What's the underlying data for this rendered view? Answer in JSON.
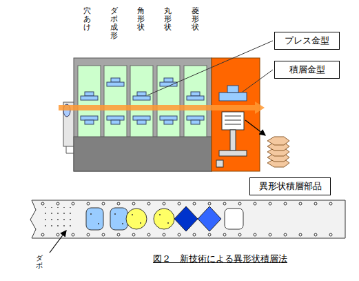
{
  "diagram": {
    "caption": "図２　新技術による異形状積層法",
    "nodes": [
      {
        "text": [
          "プレス金型"
        ]
      },
      {
        "text": [
          "積層金型"
        ]
      },
      {
        "text": [
          "異形状積層部品"
        ]
      }
    ],
    "labels": [
      "穴あけ",
      "ダボ成形",
      "角形状",
      "丸形状",
      "菱形状",
      "ダボ"
    ]
  }
}
